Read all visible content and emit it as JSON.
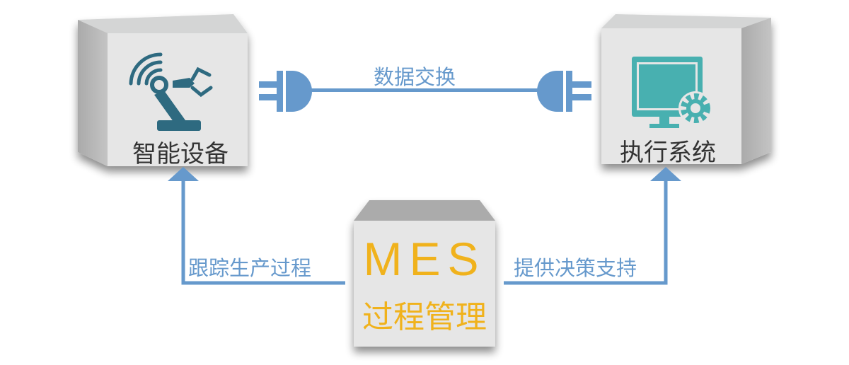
{
  "nodes": {
    "smart_device": {
      "label": "智能设备",
      "icon": "robot-arm-wireless-icon"
    },
    "execution_system": {
      "label": "执行系统",
      "icon": "monitor-gear-icon"
    },
    "mes": {
      "title": "MES",
      "subtitle": "过程管理"
    }
  },
  "links": {
    "data_exchange": "数据交换",
    "track_production": "跟踪生产过程",
    "decision_support": "提供决策支持"
  },
  "colors": {
    "link": "#6699cc",
    "icon_dark": "#2e6a80",
    "icon_teal": "#48b0b0",
    "mes_text": "#f0b21c",
    "face": "#e6e6e6"
  }
}
